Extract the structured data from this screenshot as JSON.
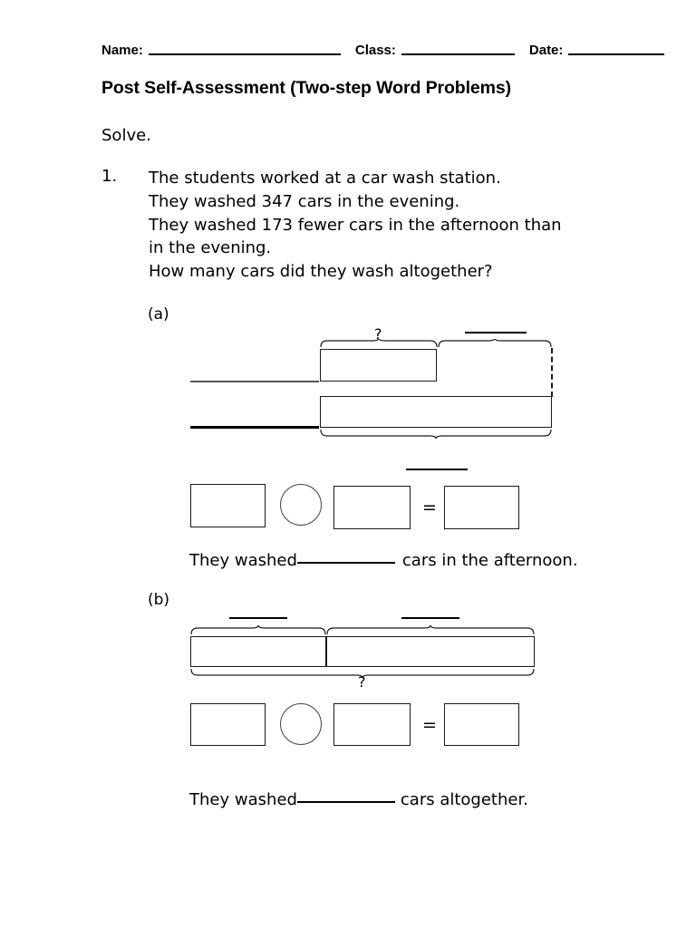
{
  "header": {
    "name_label": "Name:",
    "class_label": "Class:",
    "date_label": "Date:"
  },
  "title": "Post Self-Assessment (Two-step Word Problems)",
  "instruction": "Solve.",
  "question": {
    "number": "1.",
    "lines": [
      "The students worked at a car wash station.",
      "They washed 347 cars in the evening.",
      "They washed 173 fewer cars in the afternoon than",
      "in the evening.",
      "How many cars did they wash altogether?"
    ],
    "values": {
      "evening_cars": 347,
      "fewer_cars": 173
    }
  },
  "parts": {
    "a": {
      "label": "(a)",
      "unknown_marker": "?",
      "equals_sign": "=",
      "answer_prefix": "They washed",
      "answer_suffix": "cars in the afternoon."
    },
    "b": {
      "label": "(b)",
      "unknown_marker": "?",
      "equals_sign": "=",
      "answer_prefix": "They washed",
      "answer_suffix": "cars altogether."
    }
  },
  "colors": {
    "ink": "#000000",
    "line": "#1a1a1a",
    "page": "#ffffff"
  }
}
